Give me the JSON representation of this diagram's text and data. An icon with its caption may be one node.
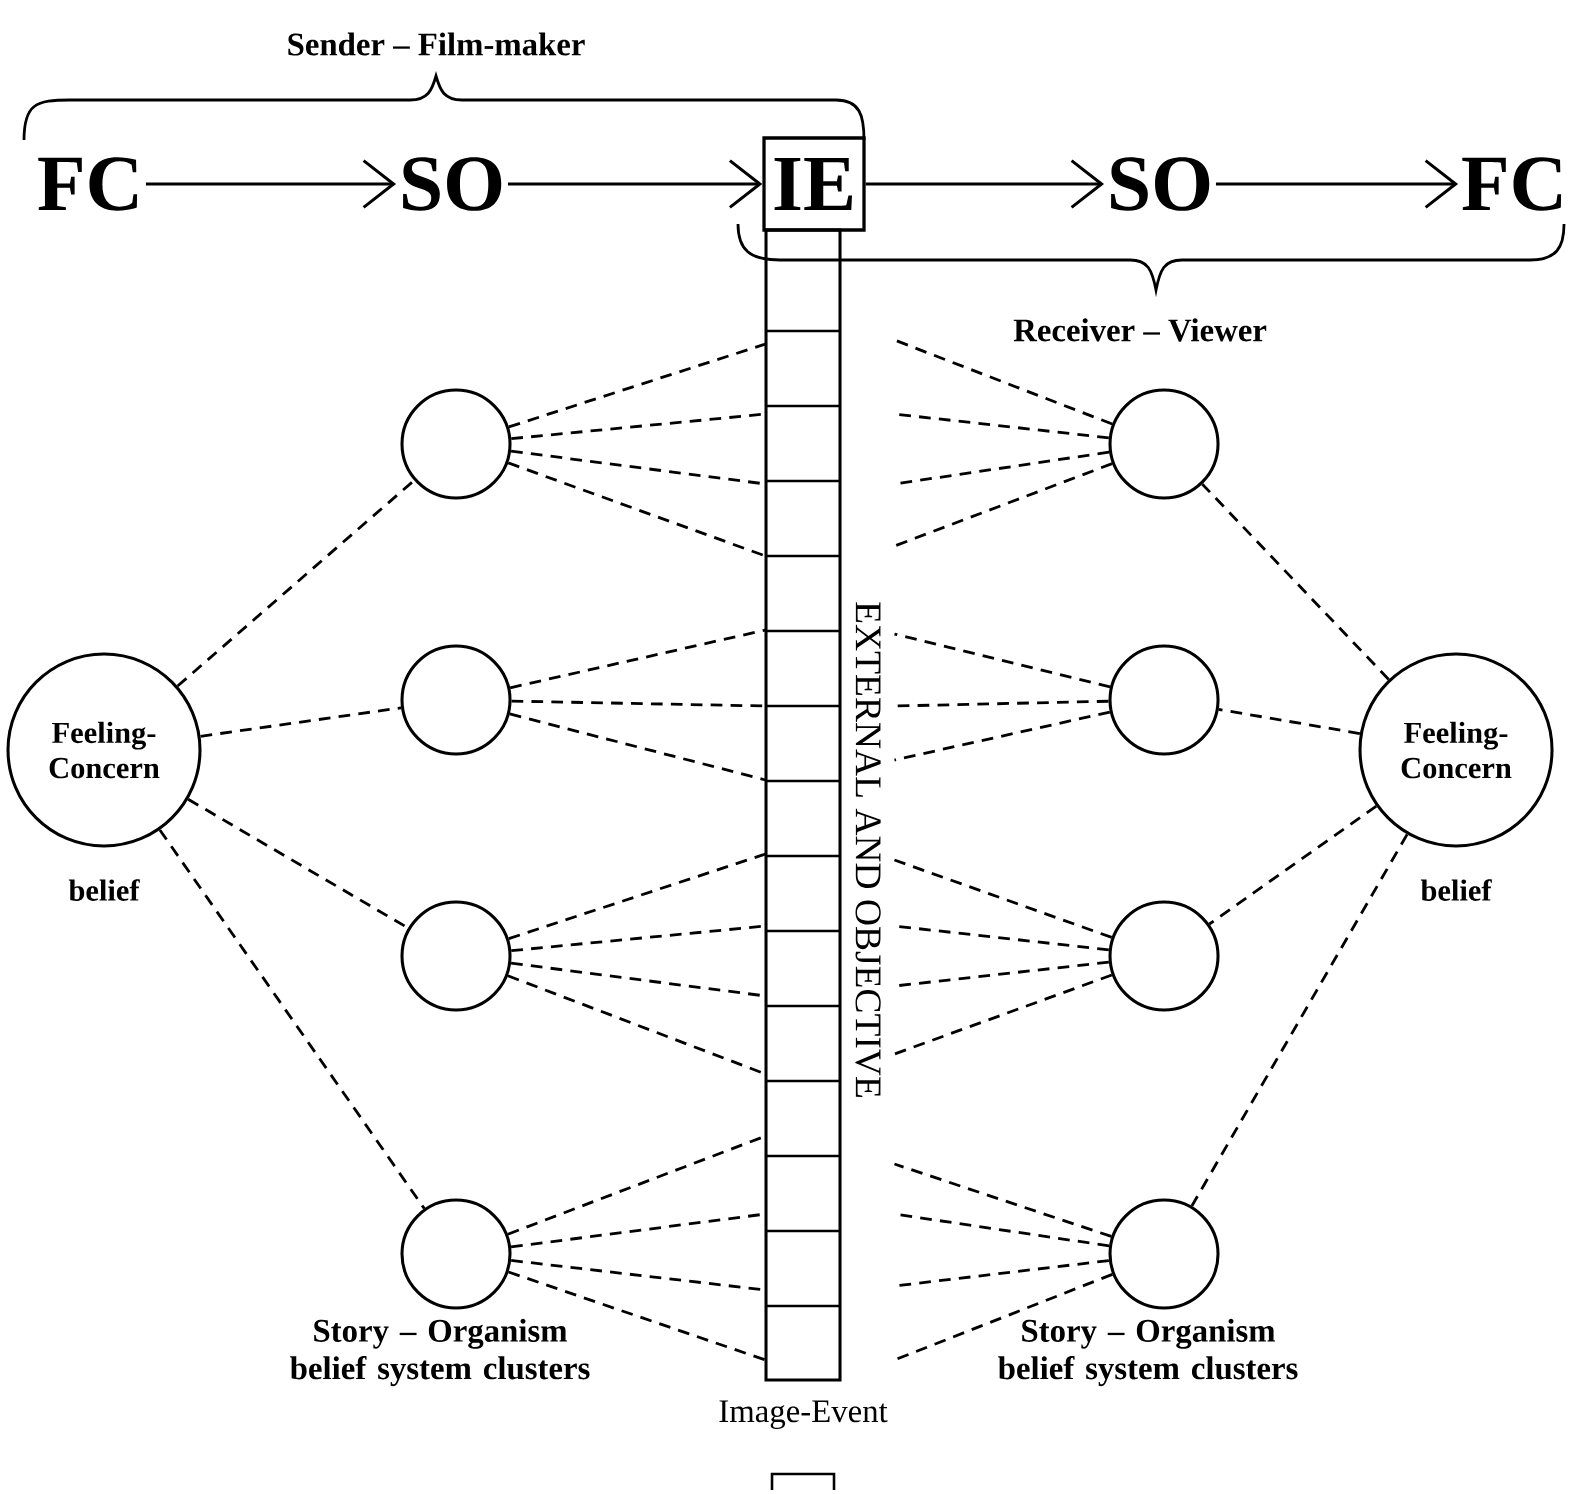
{
  "diagram": {
    "nodes": [
      {
        "text": [
          "FC"
        ]
      },
      {
        "text": [
          "SO"
        ]
      },
      {
        "text": [
          "IE"
        ]
      },
      {
        "text": [
          "SO"
        ]
      },
      {
        "text": [
          "FC"
        ]
      },
      {
        "text": [
          "Feeling-Concern"
        ],
        "beside": [
          "belief"
        ]
      },
      {
        "text": [
          "Feeling-Concern"
        ],
        "beside": [
          "belief"
        ]
      },
      {
        "text": [],
        "shape": "circle"
      },
      {
        "text": [],
        "shape": "circle"
      },
      {
        "text": [],
        "shape": "circle"
      },
      {
        "text": [],
        "shape": "circle",
        "beside": [
          "Story – Organism belief system clusters"
        ]
      },
      {
        "text": [],
        "shape": "circle"
      },
      {
        "text": [],
        "shape": "circle"
      },
      {
        "text": [],
        "shape": "circle"
      },
      {
        "text": [],
        "shape": "circle",
        "beside": [
          "Story – Organism belief system clusters"
        ]
      },
      {
        "text": [
          "Image-Event"
        ],
        "beside": [
          "EXTERNAL AND OBJECTIVE"
        ]
      }
    ],
    "edges": [
      {
        "from": 0,
        "to": 1,
        "arrow": "to"
      },
      {
        "from": 1,
        "to": 2,
        "arrow": "to"
      },
      {
        "from": 2,
        "to": 3,
        "arrow": "to"
      },
      {
        "from": 3,
        "to": 4,
        "arrow": "to"
      },
      {
        "from": 5,
        "to": 7,
        "arrow": "none",
        "style": "dashed"
      },
      {
        "from": 5,
        "to": 8,
        "arrow": "none",
        "style": "dashed"
      },
      {
        "from": 5,
        "to": 9,
        "arrow": "none",
        "style": "dashed"
      },
      {
        "from": 5,
        "to": 10,
        "arrow": "none",
        "style": "dashed"
      },
      {
        "from": 6,
        "to": 11,
        "arrow": "none",
        "style": "dashed"
      },
      {
        "from": 6,
        "to": 12,
        "arrow": "none",
        "style": "dashed"
      },
      {
        "from": 6,
        "to": 13,
        "arrow": "none",
        "style": "dashed"
      },
      {
        "from": 6,
        "to": 14,
        "arrow": "none",
        "style": "dashed"
      },
      {
        "from": 7,
        "to": 15,
        "arrow": "none",
        "style": "dashed"
      },
      {
        "from": 7,
        "to": 15,
        "arrow": "none",
        "style": "dashed"
      },
      {
        "from": 7,
        "to": 15,
        "arrow": "none",
        "style": "dashed"
      },
      {
        "from": 7,
        "to": 15,
        "arrow": "none",
        "style": "dashed"
      },
      {
        "from": 8,
        "to": 15,
        "arrow": "none",
        "style": "dashed"
      },
      {
        "from": 8,
        "to": 15,
        "arrow": "none",
        "style": "dashed"
      },
      {
        "from": 8,
        "to": 15,
        "arrow": "none",
        "style": "dashed"
      },
      {
        "from": 9,
        "to": 15,
        "arrow": "none",
        "style": "dashed"
      },
      {
        "from": 9,
        "to": 15,
        "arrow": "none",
        "style": "dashed"
      },
      {
        "from": 9,
        "to": 15,
        "arrow": "none",
        "style": "dashed"
      },
      {
        "from": 9,
        "to": 15,
        "arrow": "none",
        "style": "dashed"
      },
      {
        "from": 10,
        "to": 15,
        "arrow": "none",
        "style": "dashed"
      },
      {
        "from": 10,
        "to": 15,
        "arrow": "none",
        "style": "dashed"
      },
      {
        "from": 10,
        "to": 15,
        "arrow": "none",
        "style": "dashed"
      },
      {
        "from": 10,
        "to": 15,
        "arrow": "none",
        "style": "dashed"
      },
      {
        "from": 11,
        "to": 15,
        "arrow": "none",
        "style": "dashed"
      },
      {
        "from": 11,
        "to": 15,
        "arrow": "none",
        "style": "dashed"
      },
      {
        "from": 11,
        "to": 15,
        "arrow": "none",
        "style": "dashed"
      },
      {
        "from": 11,
        "to": 15,
        "arrow": "none",
        "style": "dashed"
      },
      {
        "from": 12,
        "to": 15,
        "arrow": "none",
        "style": "dashed"
      },
      {
        "from": 12,
        "to": 15,
        "arrow": "none",
        "style": "dashed"
      },
      {
        "from": 12,
        "to": 15,
        "arrow": "none",
        "style": "dashed"
      },
      {
        "from": 13,
        "to": 15,
        "arrow": "none",
        "style": "dashed"
      },
      {
        "from": 13,
        "to": 15,
        "arrow": "none",
        "style": "dashed"
      },
      {
        "from": 13,
        "to": 15,
        "arrow": "none",
        "style": "dashed"
      },
      {
        "from": 13,
        "to": 15,
        "arrow": "none",
        "style": "dashed"
      },
      {
        "from": 14,
        "to": 15,
        "arrow": "none",
        "style": "dashed"
      },
      {
        "from": 14,
        "to": 15,
        "arrow": "none",
        "style": "dashed"
      },
      {
        "from": 14,
        "to": 15,
        "arrow": "none",
        "style": "dashed"
      },
      {
        "from": 14,
        "to": 15,
        "arrow": "none",
        "style": "dashed"
      }
    ],
    "labels": [
      "Sender – Film-maker",
      "Receiver – Viewer"
    ]
  }
}
